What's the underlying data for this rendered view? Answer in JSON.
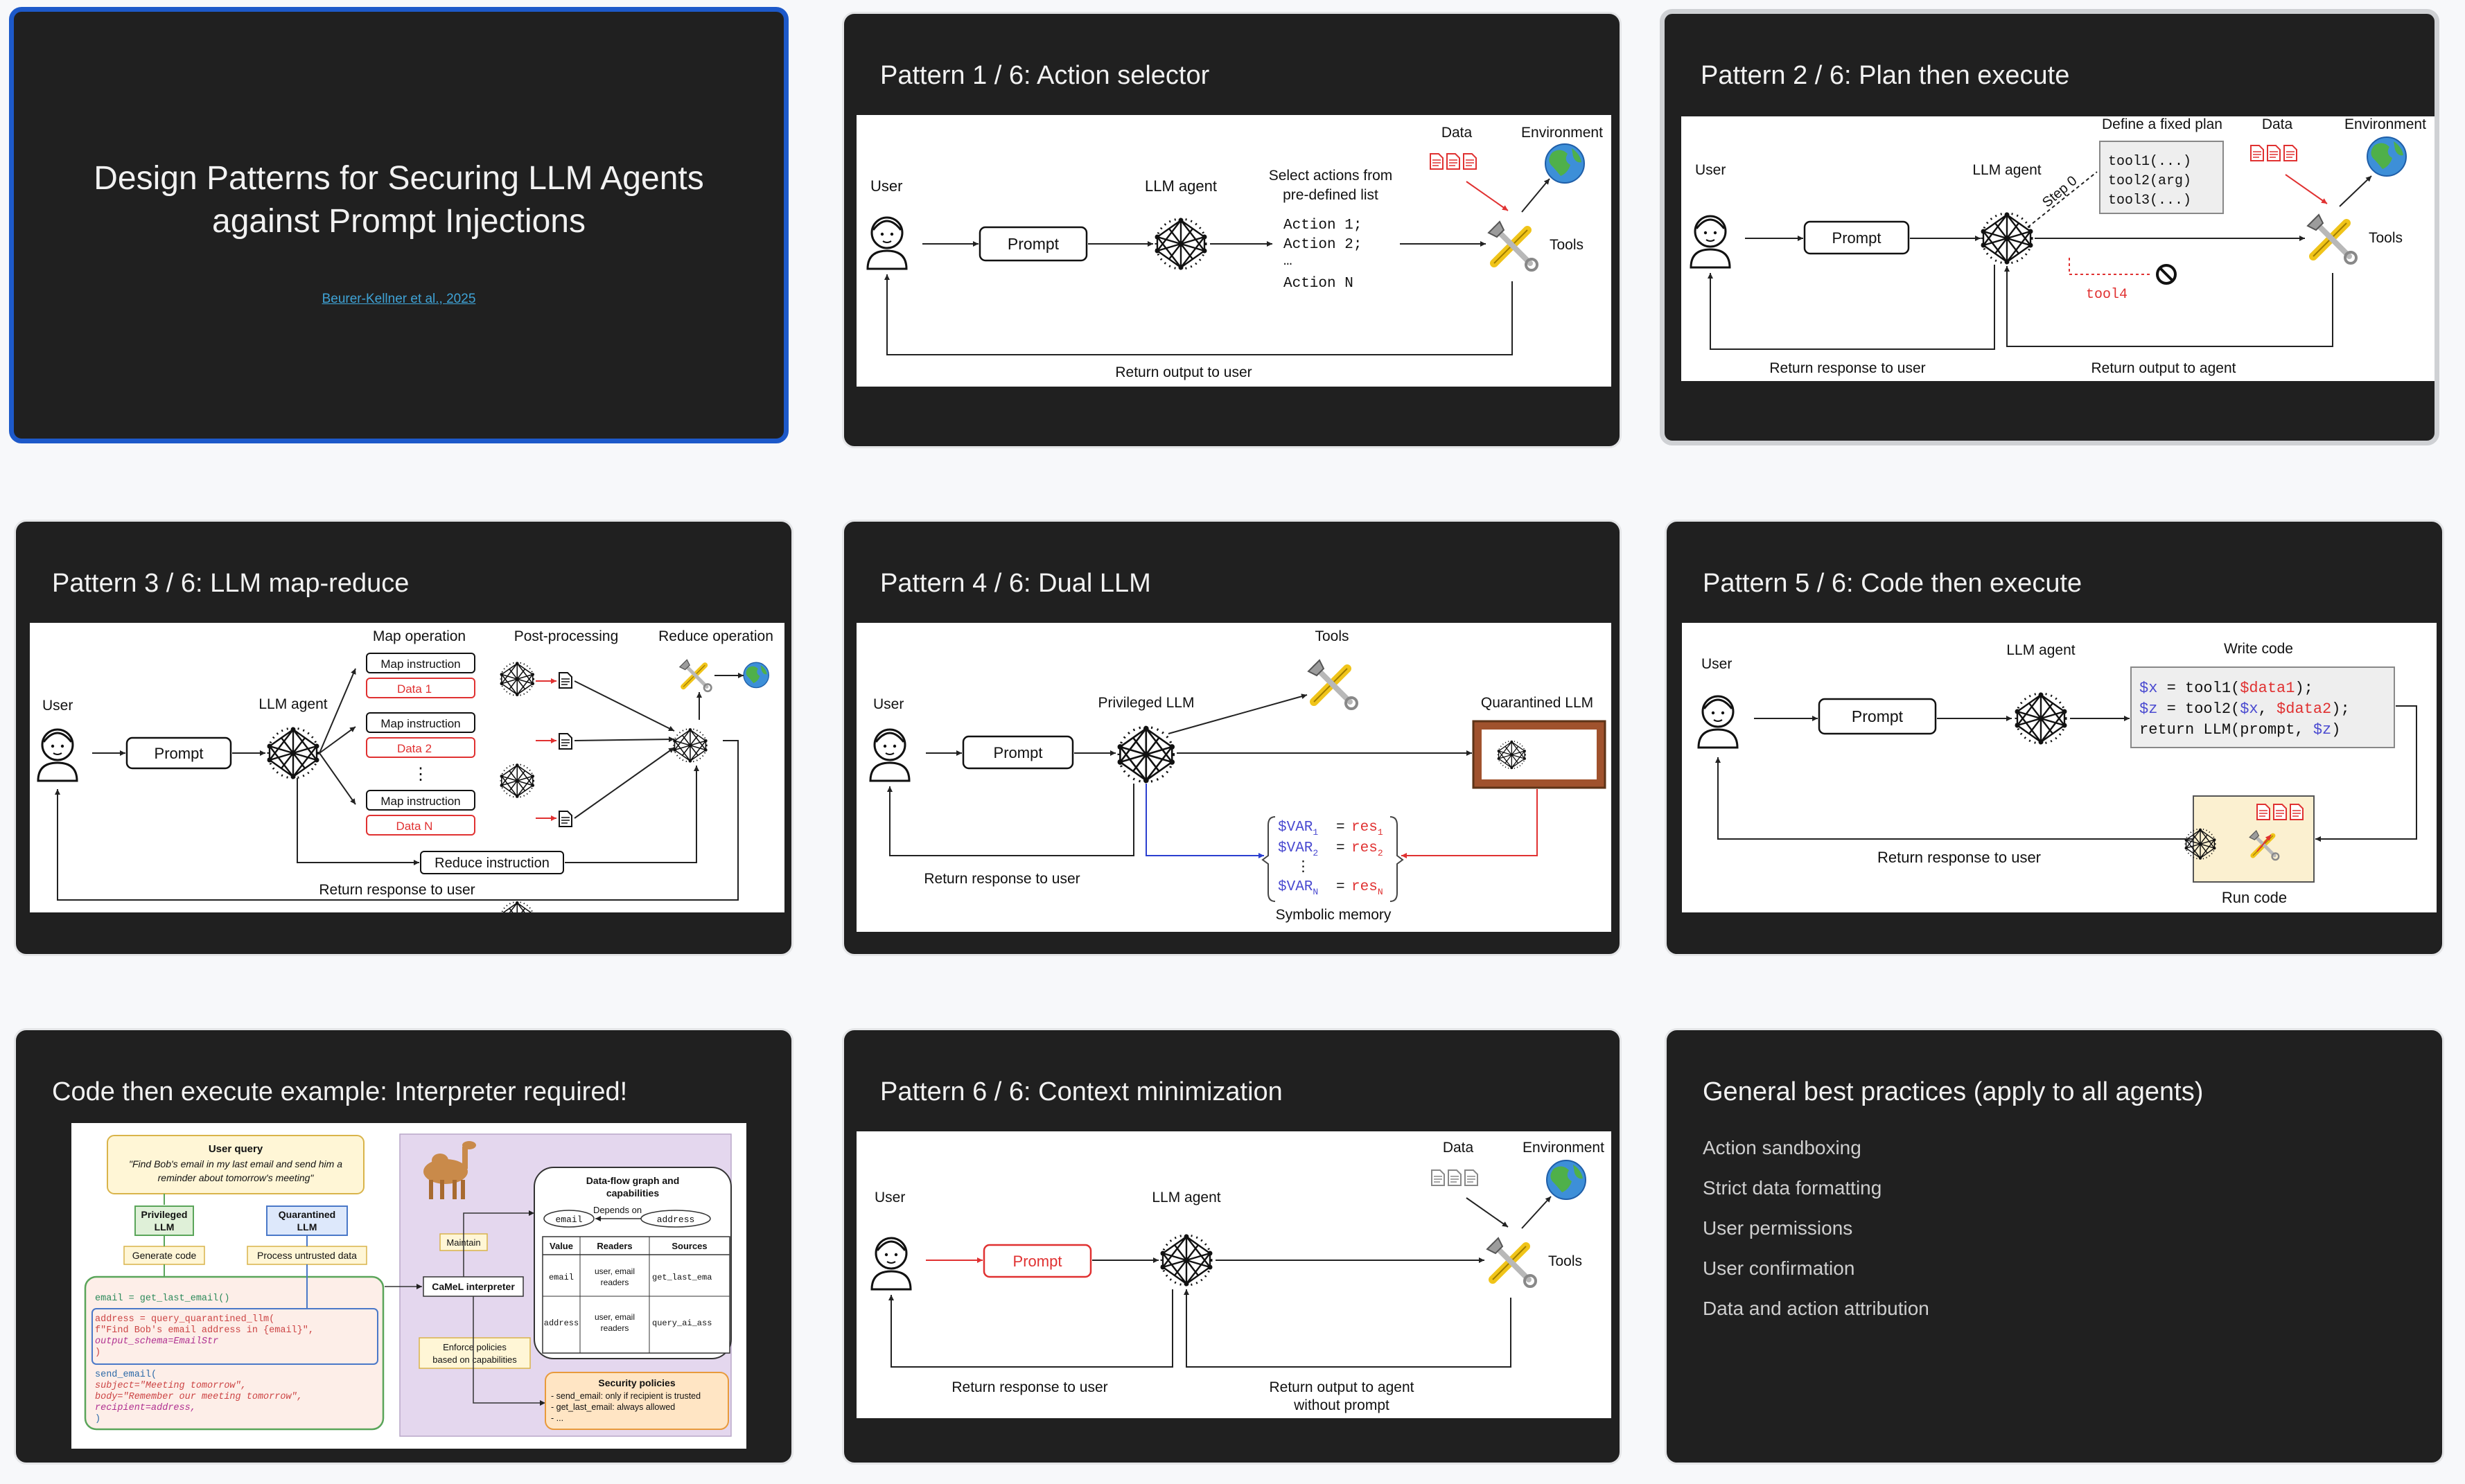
{
  "slides": {
    "s1": {
      "title": "Design Patterns for Securing LLM Agents",
      "title2": "against Prompt Injections",
      "link": "Beurer-Kellner et al., 2025"
    },
    "s2": {
      "title": "Pattern 1 / 6: Action selector",
      "fig": {
        "user": "User",
        "prompt": "Prompt",
        "agent": "LLM agent",
        "select1": "Select actions from",
        "select2": "pre-defined list",
        "a1": "Action 1;",
        "a2": "Action 2;",
        "dots": "…",
        "aN": "Action N",
        "data": "Data",
        "env": "Environment",
        "tools": "Tools",
        "ret": "Return output to user"
      }
    },
    "s3": {
      "title": "Pattern 2 / 6: Plan then execute",
      "fig": {
        "user": "User",
        "prompt": "Prompt",
        "agent": "LLM agent",
        "plan": "Define a fixed plan",
        "t1": "tool1(...)",
        "t2": "tool2(arg)",
        "t3": "tool3(...)",
        "step": "Step 0",
        "t4": "tool4",
        "data": "Data",
        "env": "Environment",
        "tools": "Tools",
        "ret_user": "Return response to user",
        "ret_agent": "Return output to agent"
      }
    },
    "s4": {
      "title": "Pattern 3 / 6: LLM map-reduce",
      "fig": {
        "user": "User",
        "prompt": "Prompt",
        "agent": "LLM agent",
        "map": "Map operation",
        "post": "Post-processing",
        "reduce": "Reduce operation",
        "mi": "Map instruction",
        "d1": "Data 1",
        "d2": "Data 2",
        "dN": "Data N",
        "ri": "Reduce instruction",
        "ret": "Return response to user",
        "dots": "⋮"
      }
    },
    "s5": {
      "title": "Pattern 4 / 6: Dual LLM",
      "fig": {
        "user": "User",
        "prompt": "Prompt",
        "priv": "Privileged LLM",
        "tools": "Tools",
        "quar": "Quarantined LLM",
        "var1": "$VAR",
        "res": "res",
        "sub1": "1",
        "sub2": "2",
        "subN": "N",
        "eq": "=",
        "dots": "⋮",
        "mem": "Symbolic memory",
        "ret": "Return response to user"
      }
    },
    "s6": {
      "title": "Pattern 5 / 6: Code then execute",
      "fig": {
        "user": "User",
        "prompt": "Prompt",
        "agent": "LLM agent",
        "write": "Write code",
        "c1a": "$x",
        "c1b": " = tool1(",
        "c1c": "$data1",
        "c1d": ");",
        "c2a": "$z",
        "c2b": " = tool2(",
        "c2c": "$x",
        "c2d": ", ",
        "c2e": "$data2",
        "c2f": ");",
        "c3a": "return LLM(prompt, ",
        "c3b": "$z",
        "c3c": ")",
        "ret": "Return response to user",
        "run": "Run code"
      }
    },
    "s7": {
      "title": "Code then execute example: Interpreter required!",
      "fig": {
        "uq": "User query",
        "uq1": "\"Find Bob's email in my last email and send him a",
        "uq2": "reminder about tomorrow's meeting\"",
        "priv1": "Privileged",
        "priv2": "LLM",
        "quar1": "Quarantined",
        "quar2": "LLM",
        "gen": "Generate code",
        "proc": "Process untrusted data",
        "code1": "email = get_last_email()",
        "code2": "address = query_quarantined_llm(",
        "code3": "f\"Find Bob's email address in {email}\",",
        "code4": "output_schema=EmailStr",
        "code5": ")",
        "code6": "send_email(",
        "code7": "subject=\"Meeting tomorrow\",",
        "code8": "body=\"Remember our meeting tomorrow\",",
        "code9": "recipient=address,",
        "code10": ")",
        "maintain": "Maintain",
        "interp": "CaMeL interpreter",
        "enforce1": "Enforce policies",
        "enforce2": "based on capabilities",
        "dfg1": "Data-flow graph and",
        "dfg2": "capabilities",
        "dep": "Depends on",
        "n_email": "email",
        "n_addr": "address",
        "th1": "Value",
        "th2": "Readers",
        "th3": "Sources",
        "r1a": "email",
        "r1b1": "user, email",
        "r1b2": "readers",
        "r1c": "get_last_ema",
        "r2a": "address",
        "r2b1": "user, email",
        "r2b2": "readers",
        "r2c": "query_ai_ass",
        "sp": "Security policies",
        "sp1": "- send_email: only if recipient is trusted",
        "sp2": "- get_last_email: always allowed",
        "sp3": "- ..."
      }
    },
    "s8": {
      "title": "Pattern 6 / 6: Context minimization",
      "fig": {
        "user": "User",
        "prompt": "Prompt",
        "agent": "LLM agent",
        "data": "Data",
        "env": "Environment",
        "tools": "Tools",
        "ret_user": "Return response to user",
        "ret_agent1": "Return output to agent",
        "ret_agent2": "without prompt"
      }
    },
    "s9": {
      "title": "General best practices (apply to all agents)",
      "items": [
        "Action sandboxing",
        "Strict data formatting",
        "User permissions",
        "User confirmation",
        "Data and action attribution"
      ]
    }
  },
  "colors": {
    "selected_border": "#1d59c9",
    "slide_bg": "#202020",
    "red": "#e03131",
    "var_blue": "#4a4ad0",
    "tool_yellow": "#f0c419"
  }
}
